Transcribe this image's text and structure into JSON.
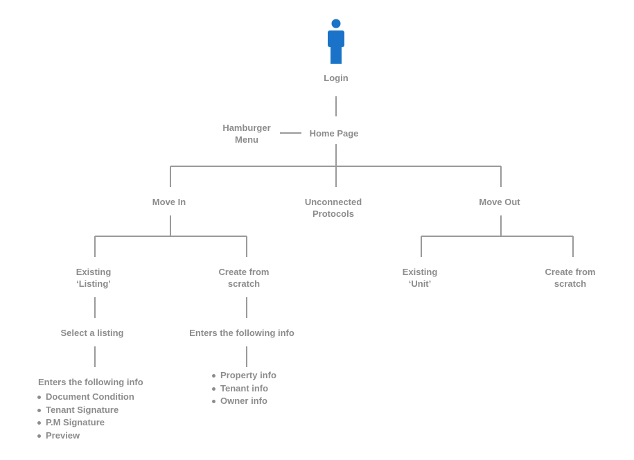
{
  "colors": {
    "line": "#9a9a9a",
    "text": "#8c8c8c",
    "user_icon": "#1a73c8"
  },
  "icon": "user-icon",
  "nodes": {
    "login": "Login",
    "hamburger_menu": [
      "Hamburger",
      "Menu"
    ],
    "home_page": "Home Page",
    "move_in": "Move In",
    "unconnected_protocols": [
      "Unconnected",
      "Protocols"
    ],
    "move_out": "Move Out",
    "existing_listing": [
      "Existing",
      "‘Listing’"
    ],
    "create_from_scratch_in": [
      "Create from",
      "scratch"
    ],
    "existing_unit": [
      "Existing",
      "‘Unit’"
    ],
    "create_from_scratch_out": [
      "Create from",
      "scratch"
    ],
    "select_a_listing": "Select a listing",
    "enters_info_scratch": "Enters the following info",
    "scratch_info_items": [
      "Property info",
      "Tenant info",
      "Owner info"
    ],
    "enters_info_listing": "Enters the following info",
    "listing_info_items": [
      "Document Condition",
      "Tenant Signature",
      "P.M Signature",
      "Preview"
    ]
  }
}
